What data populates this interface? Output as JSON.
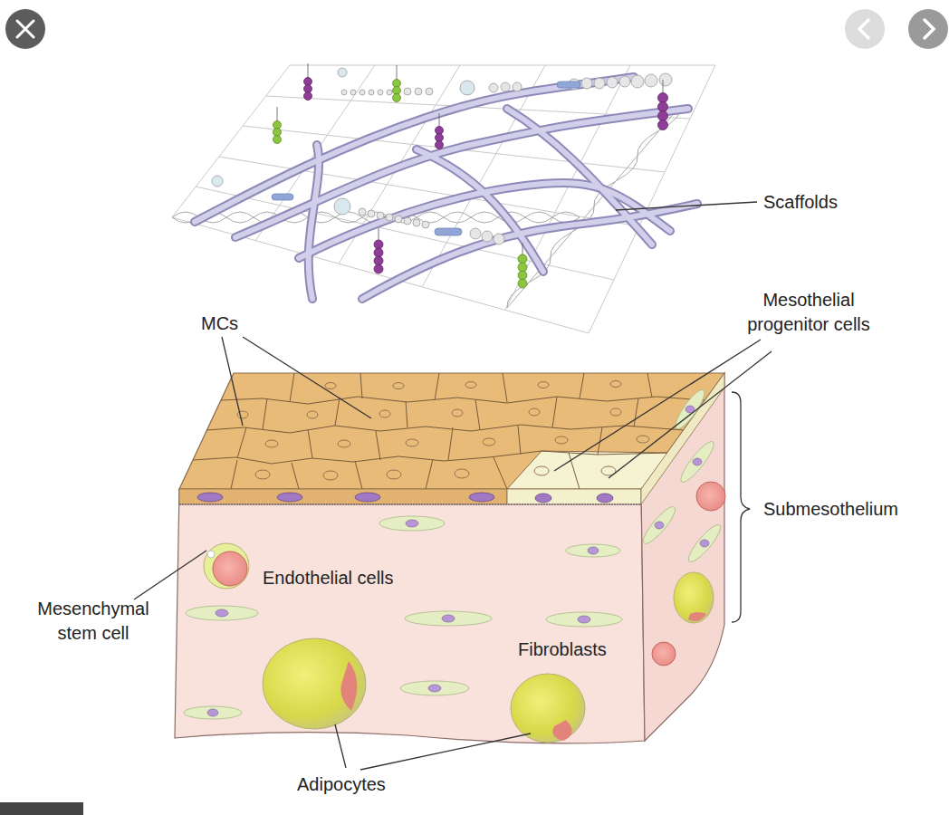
{
  "diagram": {
    "labels": [
      "Scaffolds",
      "MCs",
      "Mesothelial progenitor cells",
      "Submesothelium",
      "Mesenchymal stem cell",
      "Endothelial cells",
      "Fibroblasts",
      "Adipocytes"
    ]
  }
}
